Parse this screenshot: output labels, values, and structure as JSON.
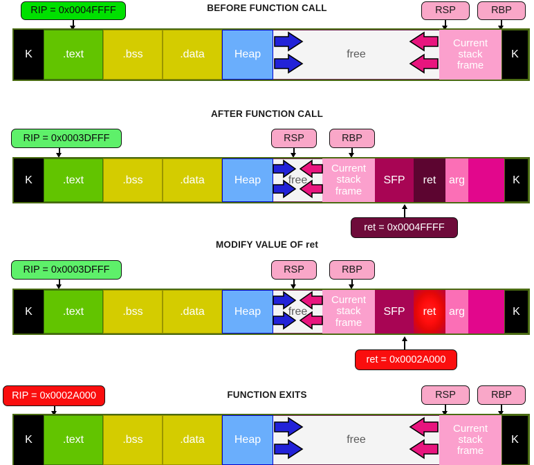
{
  "diagram": {
    "title_font_color": "#1a1a1a",
    "sections": [
      {
        "id": "before",
        "title": "BEFORE FUNCTION CALL",
        "rip": {
          "label": "RIP = 0x0004FFFF",
          "style": "green-bright"
        },
        "rsp": {
          "label": "RSP"
        },
        "rbp": {
          "label": "RBP"
        },
        "segments": [
          {
            "name": "kernel-left",
            "label": "K"
          },
          {
            "name": "text",
            "label": ".text"
          },
          {
            "name": "bss",
            "label": ".bss"
          },
          {
            "name": "data",
            "label": ".data"
          },
          {
            "name": "heap",
            "label": "Heap"
          },
          {
            "name": "free",
            "label": "free"
          },
          {
            "name": "current-frame",
            "label": "Current\nstack\nframe"
          },
          {
            "name": "kernel-right",
            "label": "K"
          }
        ]
      },
      {
        "id": "after",
        "title": "AFTER FUNCTION CALL",
        "rip": {
          "label": "RIP = 0x0003DFFF",
          "style": "green-soft"
        },
        "rsp": {
          "label": "RSP"
        },
        "rbp": {
          "label": "RBP"
        },
        "ret_callout": {
          "label": "ret = 0x0004FFFF",
          "style": "maroon"
        },
        "segments": [
          {
            "name": "kernel-left",
            "label": "K"
          },
          {
            "name": "text",
            "label": ".text"
          },
          {
            "name": "bss",
            "label": ".bss"
          },
          {
            "name": "data",
            "label": ".data"
          },
          {
            "name": "heap",
            "label": "Heap"
          },
          {
            "name": "free",
            "label": "free"
          },
          {
            "name": "current-frame",
            "label": "Current\nstack\nframe"
          },
          {
            "name": "sfp",
            "label": "SFP"
          },
          {
            "name": "ret",
            "label": "ret"
          },
          {
            "name": "arg",
            "label": "arg"
          },
          {
            "name": "stack-rest",
            "label": ""
          },
          {
            "name": "kernel-right",
            "label": "K"
          }
        ]
      },
      {
        "id": "modify",
        "title": "MODIFY VALUE OF ret",
        "rip": {
          "label": "RIP = 0x0003DFFF",
          "style": "green-soft"
        },
        "rsp": {
          "label": "RSP"
        },
        "rbp": {
          "label": "RBP"
        },
        "ret_callout": {
          "label": "ret = 0x0002A000",
          "style": "red"
        },
        "segments": [
          {
            "name": "kernel-left",
            "label": "K"
          },
          {
            "name": "text",
            "label": ".text"
          },
          {
            "name": "bss",
            "label": ".bss"
          },
          {
            "name": "data",
            "label": ".data"
          },
          {
            "name": "heap",
            "label": "Heap"
          },
          {
            "name": "free",
            "label": "free"
          },
          {
            "name": "current-frame",
            "label": "Current\nstack\nframe"
          },
          {
            "name": "sfp",
            "label": "SFP"
          },
          {
            "name": "ret",
            "label": "ret"
          },
          {
            "name": "arg",
            "label": "arg"
          },
          {
            "name": "stack-rest",
            "label": ""
          },
          {
            "name": "kernel-right",
            "label": "K"
          }
        ]
      },
      {
        "id": "exits",
        "title": "FUNCTION EXITS",
        "rip": {
          "label": "RIP = 0x0002A000",
          "style": "red"
        },
        "rsp": {
          "label": "RSP"
        },
        "rbp": {
          "label": "RBP"
        },
        "segments": [
          {
            "name": "kernel-left",
            "label": "K"
          },
          {
            "name": "text",
            "label": ".text"
          },
          {
            "name": "bss",
            "label": ".bss"
          },
          {
            "name": "data",
            "label": ".data"
          },
          {
            "name": "heap",
            "label": "Heap"
          },
          {
            "name": "free",
            "label": "free"
          },
          {
            "name": "current-frame",
            "label": "Current\nstack\nframe"
          },
          {
            "name": "kernel-right",
            "label": "K"
          }
        ]
      }
    ],
    "colors": {
      "kernel": "#000000",
      "text_seg": "#62c400",
      "bss_seg": "#d4cc00",
      "data_seg": "#d4cc00",
      "heap_seg": "#6aaefc",
      "free_seg": "#f4f4f4",
      "current_frame": "#fba0cd",
      "sfp": "#a80554",
      "ret": "#5c0530",
      "ret_highlight": "#ff0d0d",
      "arg": "#fb6fb6",
      "stack_rest": "#e2078c",
      "grow_arrow_heap": "#2222d8",
      "grow_arrow_stack": "#e8157e",
      "bar_border": "#4a6b12",
      "rip_bright": "#00e000",
      "rip_soft": "#5ef06a",
      "register_box": "#f9a7c8",
      "ret_callout_maroon": "#6e0b3a",
      "ret_callout_red": "#fa0e0e"
    }
  }
}
